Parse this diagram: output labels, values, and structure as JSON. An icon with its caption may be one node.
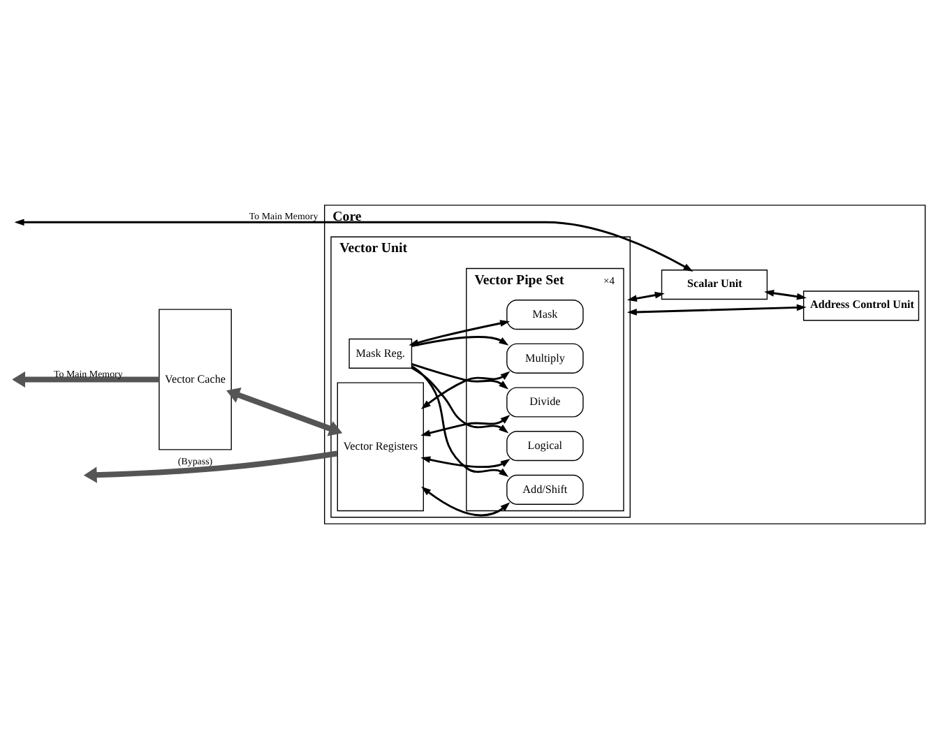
{
  "diagram": {
    "nodes": [
      {
        "text": [
          "Core"
        ]
      },
      {
        "text": [
          "Vector Unit"
        ],
        "in": 0
      },
      {
        "text": [
          "Vector Pipe Set"
        ],
        "in": 1,
        "beside": [
          "×4"
        ]
      },
      {
        "text": [
          "Mask"
        ],
        "in": 2
      },
      {
        "text": [
          "Logical"
        ],
        "in": 2
      },
      {
        "text": [
          "Multiply"
        ],
        "in": 2
      },
      {
        "text": [
          "Add/Shift"
        ],
        "in": 2
      },
      {
        "text": [
          "Divide"
        ],
        "in": 2
      },
      {
        "text": [
          "Mask Reg."
        ],
        "in": 1
      },
      {
        "text": [
          "Vector Registers"
        ],
        "in": 1
      },
      {
        "text": [
          "Scalar Unit"
        ],
        "in": 0
      },
      {
        "text": [
          "Address Control Unit"
        ],
        "in": 0
      },
      {
        "text": [
          "Vector Cache"
        ]
      }
    ],
    "edges": [
      {
        "from": 8,
        "to": 3,
        "arrow": "both"
      },
      {
        "from": 8,
        "to": 4,
        "arrow": "to"
      },
      {
        "from": 8,
        "to": 5,
        "arrow": "to"
      },
      {
        "from": 8,
        "to": 6,
        "arrow": "to"
      },
      {
        "from": 8,
        "to": 7,
        "arrow": "to"
      },
      {
        "from": 9,
        "to": 4,
        "arrow": "both"
      },
      {
        "from": 9,
        "to": 5,
        "arrow": "both"
      },
      {
        "from": 9,
        "to": 6,
        "arrow": "both"
      },
      {
        "from": 9,
        "to": 7,
        "arrow": "both"
      },
      {
        "from": 12,
        "to": 9,
        "arrow": "both",
        "style": "thick",
        "color": "#555555"
      },
      {
        "from": 12,
        "to": null,
        "arrow": "to",
        "label": "To Main Memory",
        "style": "thick",
        "color": "#555555"
      },
      {
        "from": 9,
        "to": null,
        "arrow": "to",
        "label": "(Bypass)",
        "style": "thick",
        "color": "#555555"
      },
      {
        "from": 1,
        "to": 10,
        "arrow": "both"
      },
      {
        "from": 1,
        "to": 11,
        "arrow": "both"
      },
      {
        "from": 10,
        "to": 11,
        "arrow": "both"
      },
      {
        "from": null,
        "to": 10,
        "arrow": "both",
        "label": "To Main Memory"
      }
    ]
  }
}
